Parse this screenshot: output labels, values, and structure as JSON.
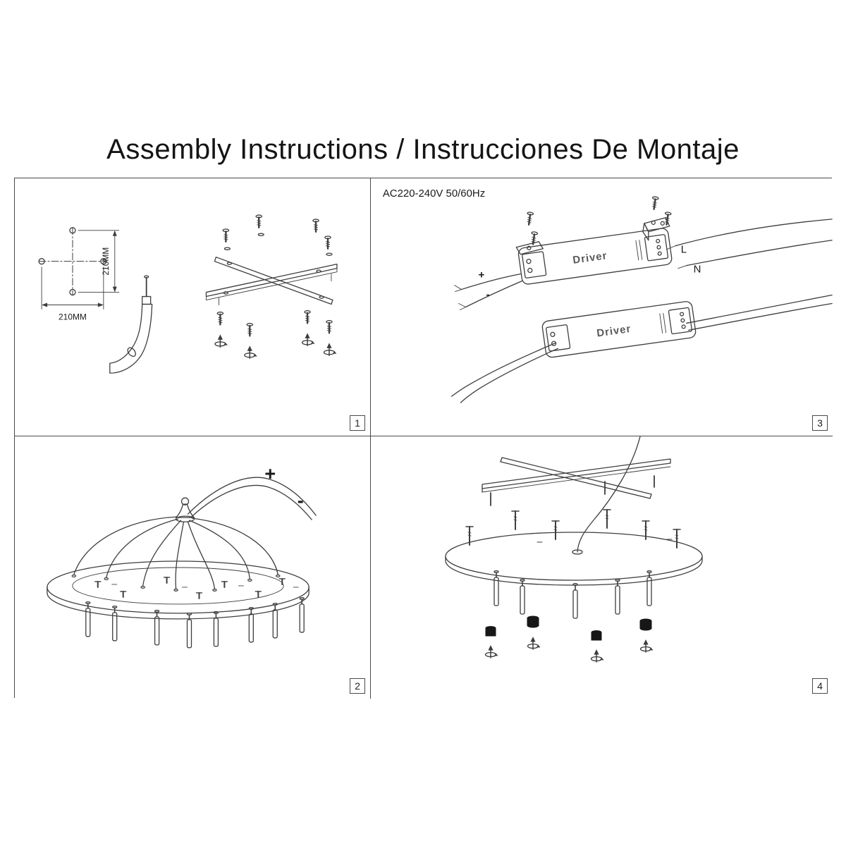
{
  "title": "Assembly Instructions / Instrucciones De Montaje",
  "panels": {
    "p1": {
      "number": "1",
      "dim_vertical": "210MM",
      "dim_horizontal": "210MM"
    },
    "p2": {
      "number": "2",
      "plus": "+",
      "minus": "-"
    },
    "p3": {
      "number": "3",
      "voltage": "AC220-240V 50/60Hz",
      "driver1_label": "Driver",
      "driver2_label": "Driver",
      "line_label": "L",
      "neutral_label": "N",
      "plus": "+",
      "minus": "-"
    },
    "p4": {
      "number": "4"
    }
  },
  "colors": {
    "line": "#3d3d3d",
    "border": "#4a4a4a",
    "background": "#ffffff"
  }
}
